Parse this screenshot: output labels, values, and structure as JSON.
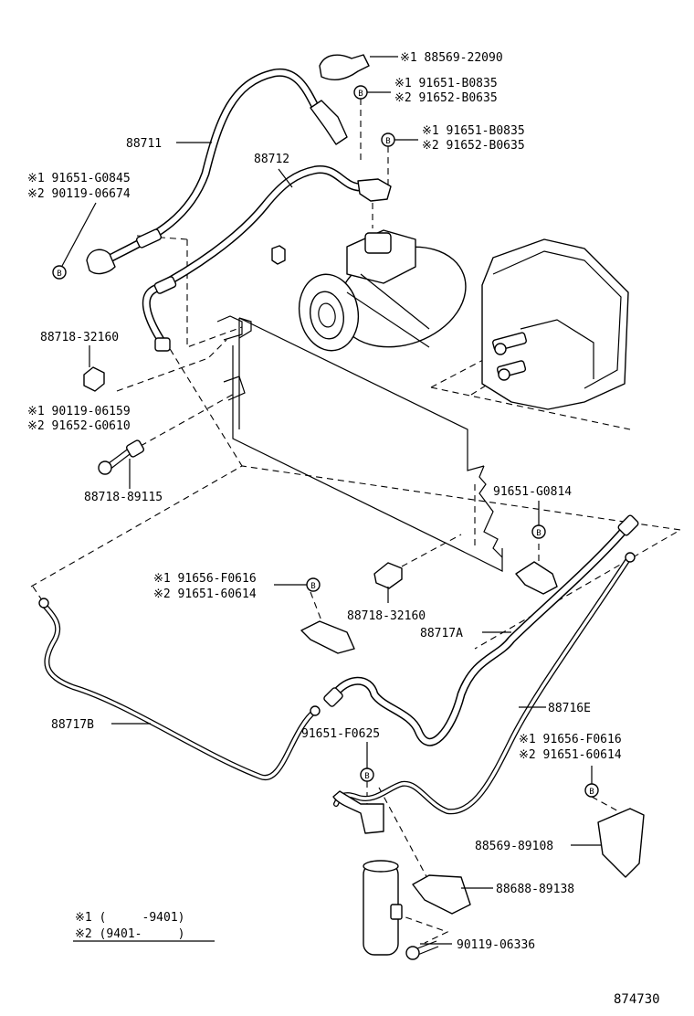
{
  "diagram_number": "874730",
  "labels": {
    "p88711": "88711",
    "p88712": "88712",
    "p88717A": "88717A",
    "p88716E": "88716E",
    "p88717B": "88717B",
    "clamp_top": "※1 88569-22090",
    "bolt_a_1": "※1 91651-B0835",
    "bolt_a_2": "※2 91652-B0635",
    "bolt_b_1": "※1 91651-B0835",
    "bolt_b_2": "※2 91652-B0635",
    "bolt_c_1": "※1 91651-G0845",
    "bolt_c_2": "※2 90119-06674",
    "clamp_32160_a": "88718-32160",
    "bolt_d_1": "※1 90119-06159",
    "bolt_d_2": "※2 91652-G0610",
    "collar": "88718-89115",
    "bolt_g0814": "91651-G0814",
    "bolt_e_1": "※1 91656-F0616",
    "bolt_e_2": "※2 91651-60614",
    "clamp_32160_b": "88718-32160",
    "bolt_f0625": "91651-F0625",
    "bolt_f_1": "※1 91656-F0616",
    "bolt_f_2": "※2 91651-60614",
    "bracket_89108": "88569-89108",
    "bracket_89138": "88688-89138",
    "bolt_06336": "90119-06336"
  },
  "legend": {
    "row1": "※1 (     -9401)",
    "row2": "※2 (9401-     )"
  },
  "icons": {
    "bolt_marker": "B"
  }
}
